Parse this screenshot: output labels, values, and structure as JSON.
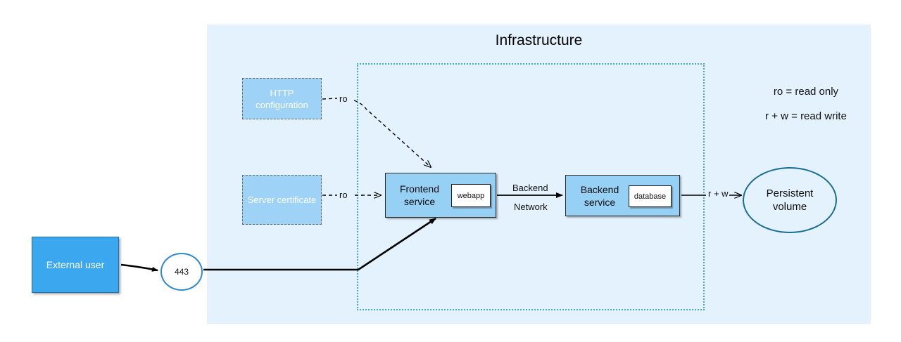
{
  "diagram": {
    "title": "Infrastructure",
    "background_color": "#ffffff",
    "container_color": "#e4f2fd",
    "boundary_color": "#49a8c9"
  },
  "infrastructure": {
    "label": "Infrastructure"
  },
  "nodes": {
    "http_config": {
      "label": "HTTP configuration",
      "fill": "#9ed3f7",
      "text_color": "#ffffff",
      "style": "dashed-box"
    },
    "server_certificate": {
      "label": "Server certificate",
      "fill": "#9ed3f7",
      "text_color": "#ffffff",
      "style": "dashed-box"
    },
    "frontend_service": {
      "label": "Frontend\nservice",
      "fill": "#96d0f5",
      "style": "solid-box"
    },
    "backend_service": {
      "label": "Backend\nservice",
      "fill": "#96d0f5",
      "style": "solid-box"
    },
    "webapp_container": {
      "label": "webapp",
      "fill": "#ffffff",
      "style": "container"
    },
    "database_container": {
      "label": "database",
      "fill": "#ffffff",
      "style": "container"
    },
    "external_user": {
      "label": "External user",
      "fill": "#3ba7ef",
      "text_color": "#ffffff",
      "style": "solid-box"
    },
    "port": {
      "label": "443",
      "fill": "#ffffff",
      "stroke": "#2e8bc8",
      "style": "ellipse"
    },
    "persistent_volume": {
      "label": "Persistent\nvolume",
      "fill": "transparent",
      "stroke": "#1a6d92",
      "style": "ellipse"
    }
  },
  "edges": {
    "http_to_frontend": {
      "label": "ro",
      "style": "dashed",
      "arrow": "end"
    },
    "cert_to_frontend": {
      "label": "ro",
      "style": "dashed",
      "arrow": "end"
    },
    "frontend_to_backend": {
      "label_top": "Backend",
      "label_bottom": "Network",
      "style": "solid",
      "arrow": "end"
    },
    "backend_to_volume": {
      "label": "r + w",
      "style": "solid",
      "arrow": "end"
    },
    "user_to_port": {
      "label": "",
      "style": "solid",
      "arrow": "end"
    },
    "port_to_frontend": {
      "label": "",
      "style": "solid",
      "arrow": "end"
    }
  },
  "legend": {
    "items": [
      {
        "text": "ro = read only"
      },
      {
        "text": "r + w = read write"
      }
    ]
  }
}
